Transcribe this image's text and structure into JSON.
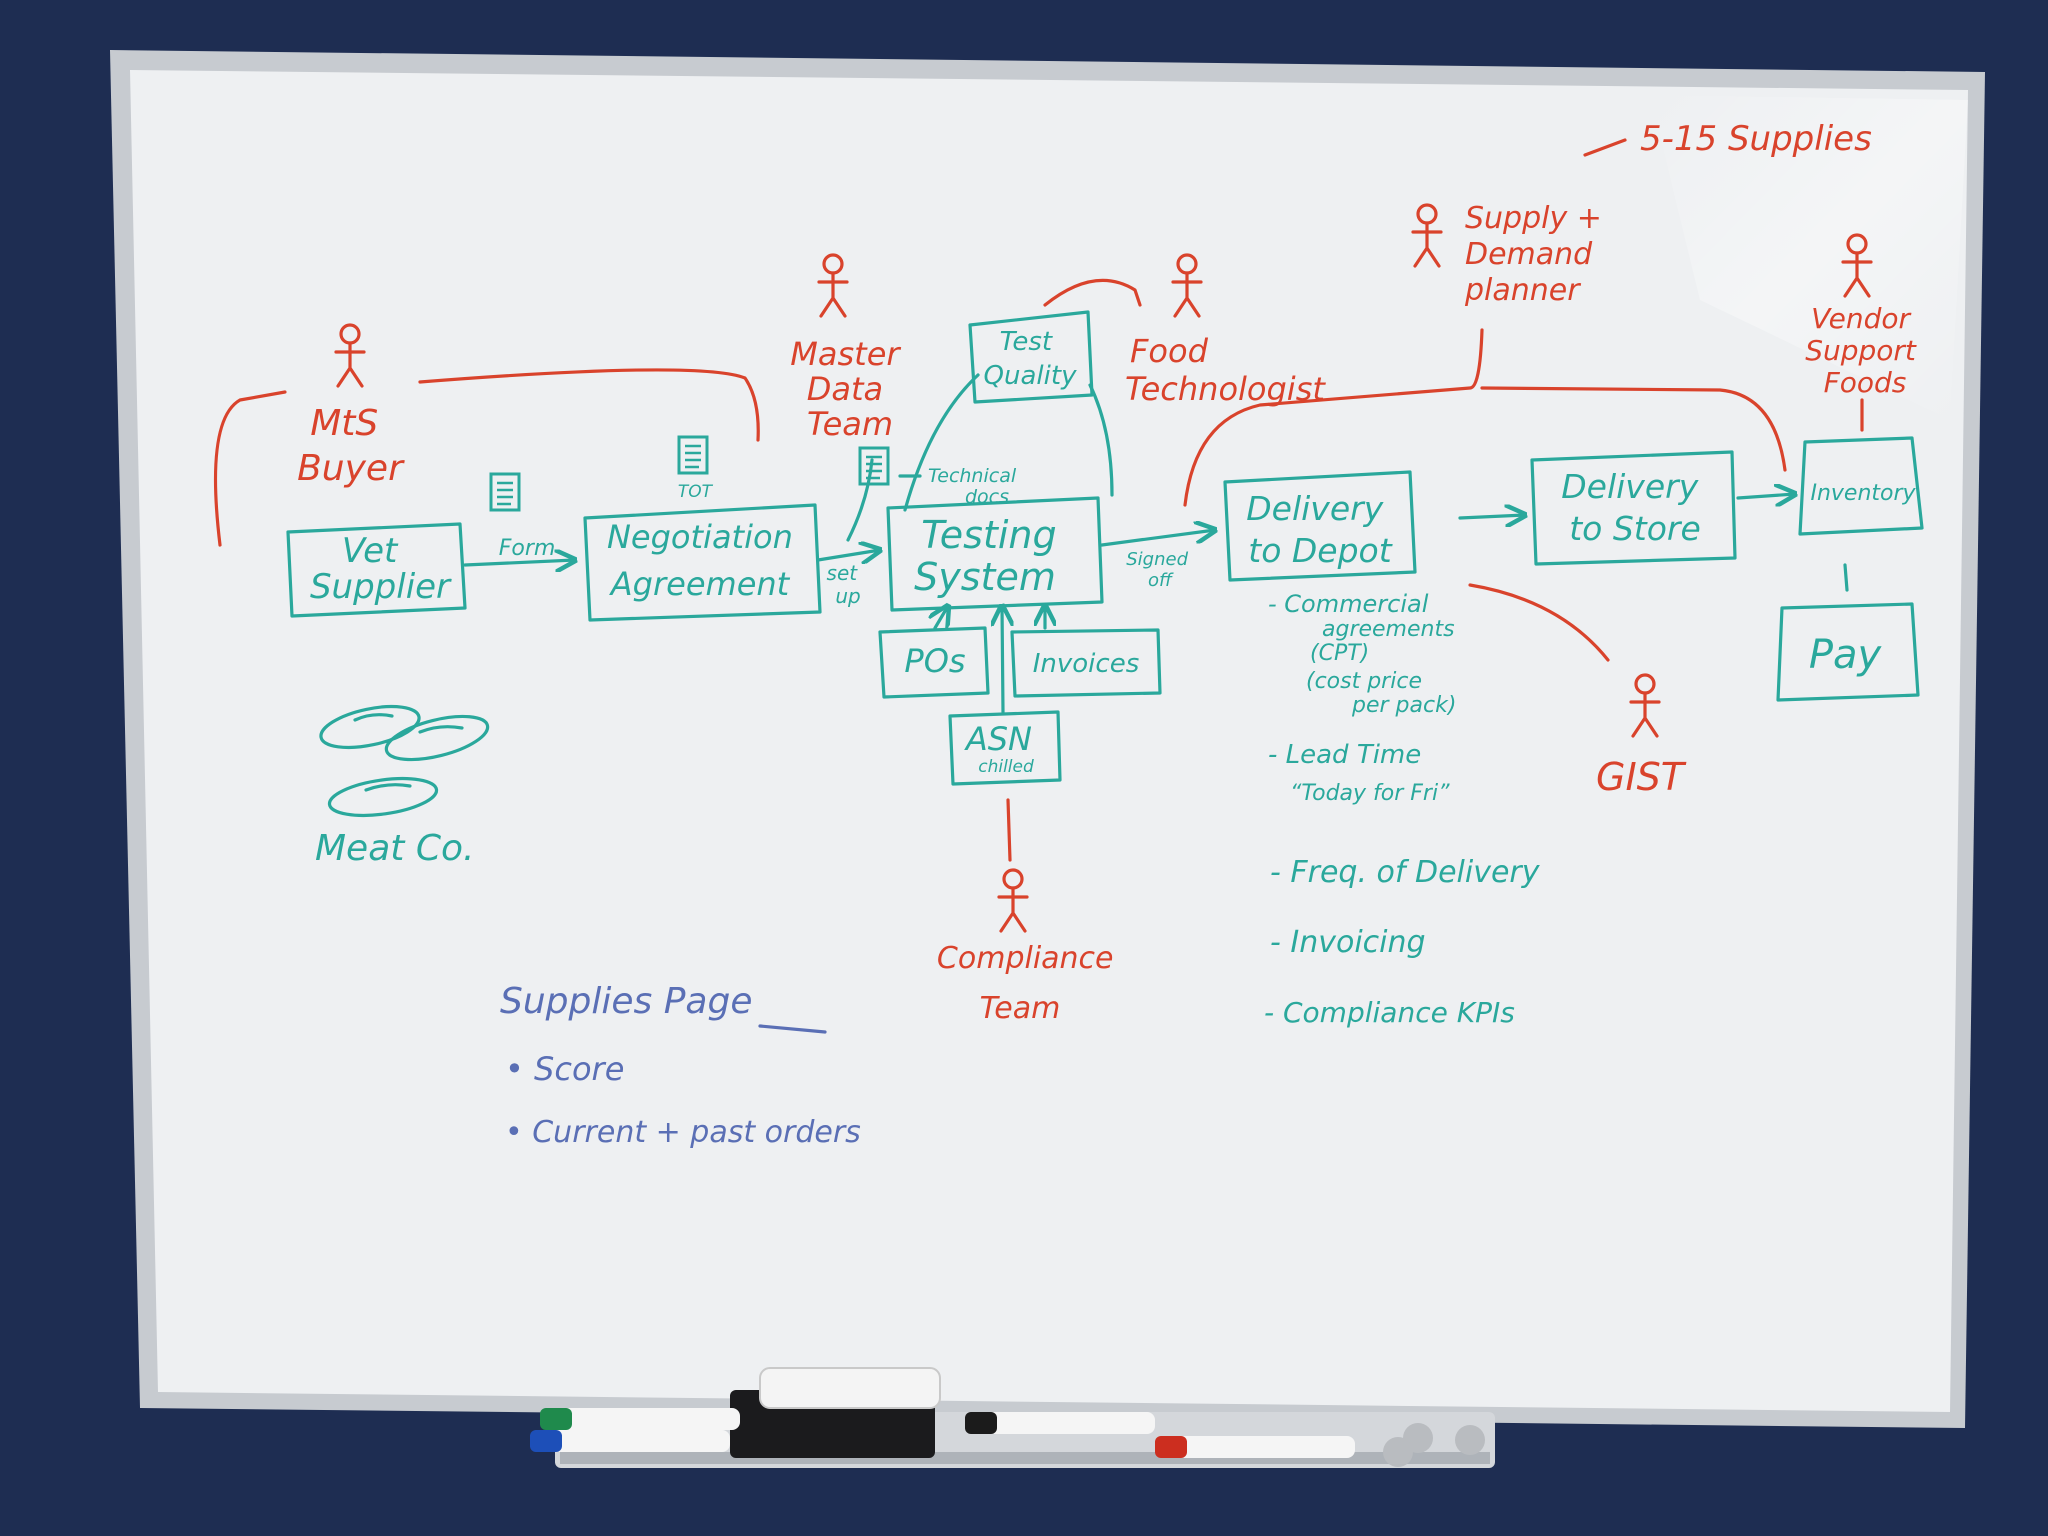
{
  "colors": {
    "wall": "#1e2d52",
    "board": "#eef0f2",
    "frame": "#c7cbd0",
    "teal_ink": "#2aa89c",
    "red_ink": "#d9432c",
    "blue_ink": "#5a6fb5"
  },
  "header_note": "5-15 Supplies",
  "actors": {
    "mts_buyer": [
      "MtS",
      "Buyer"
    ],
    "master_data_team": [
      "Master",
      "Data",
      "Team"
    ],
    "food_technologist": [
      "Food",
      "Technologist"
    ],
    "supply_demand_planner": [
      "Supply +",
      "Demand",
      "planner"
    ],
    "vendor_support_foods": [
      "Vendor",
      "Support",
      "Foods"
    ],
    "compliance_team": [
      "Compliance",
      "Team"
    ],
    "gist": "GIST"
  },
  "boxes": {
    "vet_supplier": [
      "Vet",
      "Supplier"
    ],
    "negotiation_agreement": [
      "Negotiation",
      "Agreement"
    ],
    "testing_system": [
      "Testing",
      "System"
    ],
    "test_quality": [
      "Test",
      "Quality"
    ],
    "delivery_to_depot": [
      "Delivery",
      "to Depot"
    ],
    "delivery_to_store": [
      "Delivery",
      "to Store"
    ],
    "inventory": "Inventory",
    "pay": "Pay",
    "pos": "POs",
    "invoices": "Invoices",
    "asn": [
      "ASN",
      "chilled"
    ]
  },
  "labels": {
    "form": "Form",
    "tot": "TOT",
    "set_up": [
      "set",
      "up"
    ],
    "technical_docs": [
      "Technical",
      "docs"
    ],
    "signed_off": [
      "Signed",
      "off"
    ]
  },
  "depot_notes": [
    [
      "- Commercial",
      "agreements",
      "(CPT)",
      "(cost price",
      "per pack)"
    ],
    [
      "- Lead Time",
      "“Today for Fri”"
    ],
    [
      "- Freq. of Delivery"
    ],
    [
      "- Invoicing"
    ],
    [
      "- Compliance KPIs"
    ]
  ],
  "meat_co": "Meat Co.",
  "supplier_page": {
    "title": "Supplies Page",
    "bullets": [
      "• Score",
      "• Current + past orders"
    ]
  },
  "icons": {
    "person": "stick-figure-icon",
    "document": "document-icon",
    "sausage": "sausage-link-icon"
  }
}
